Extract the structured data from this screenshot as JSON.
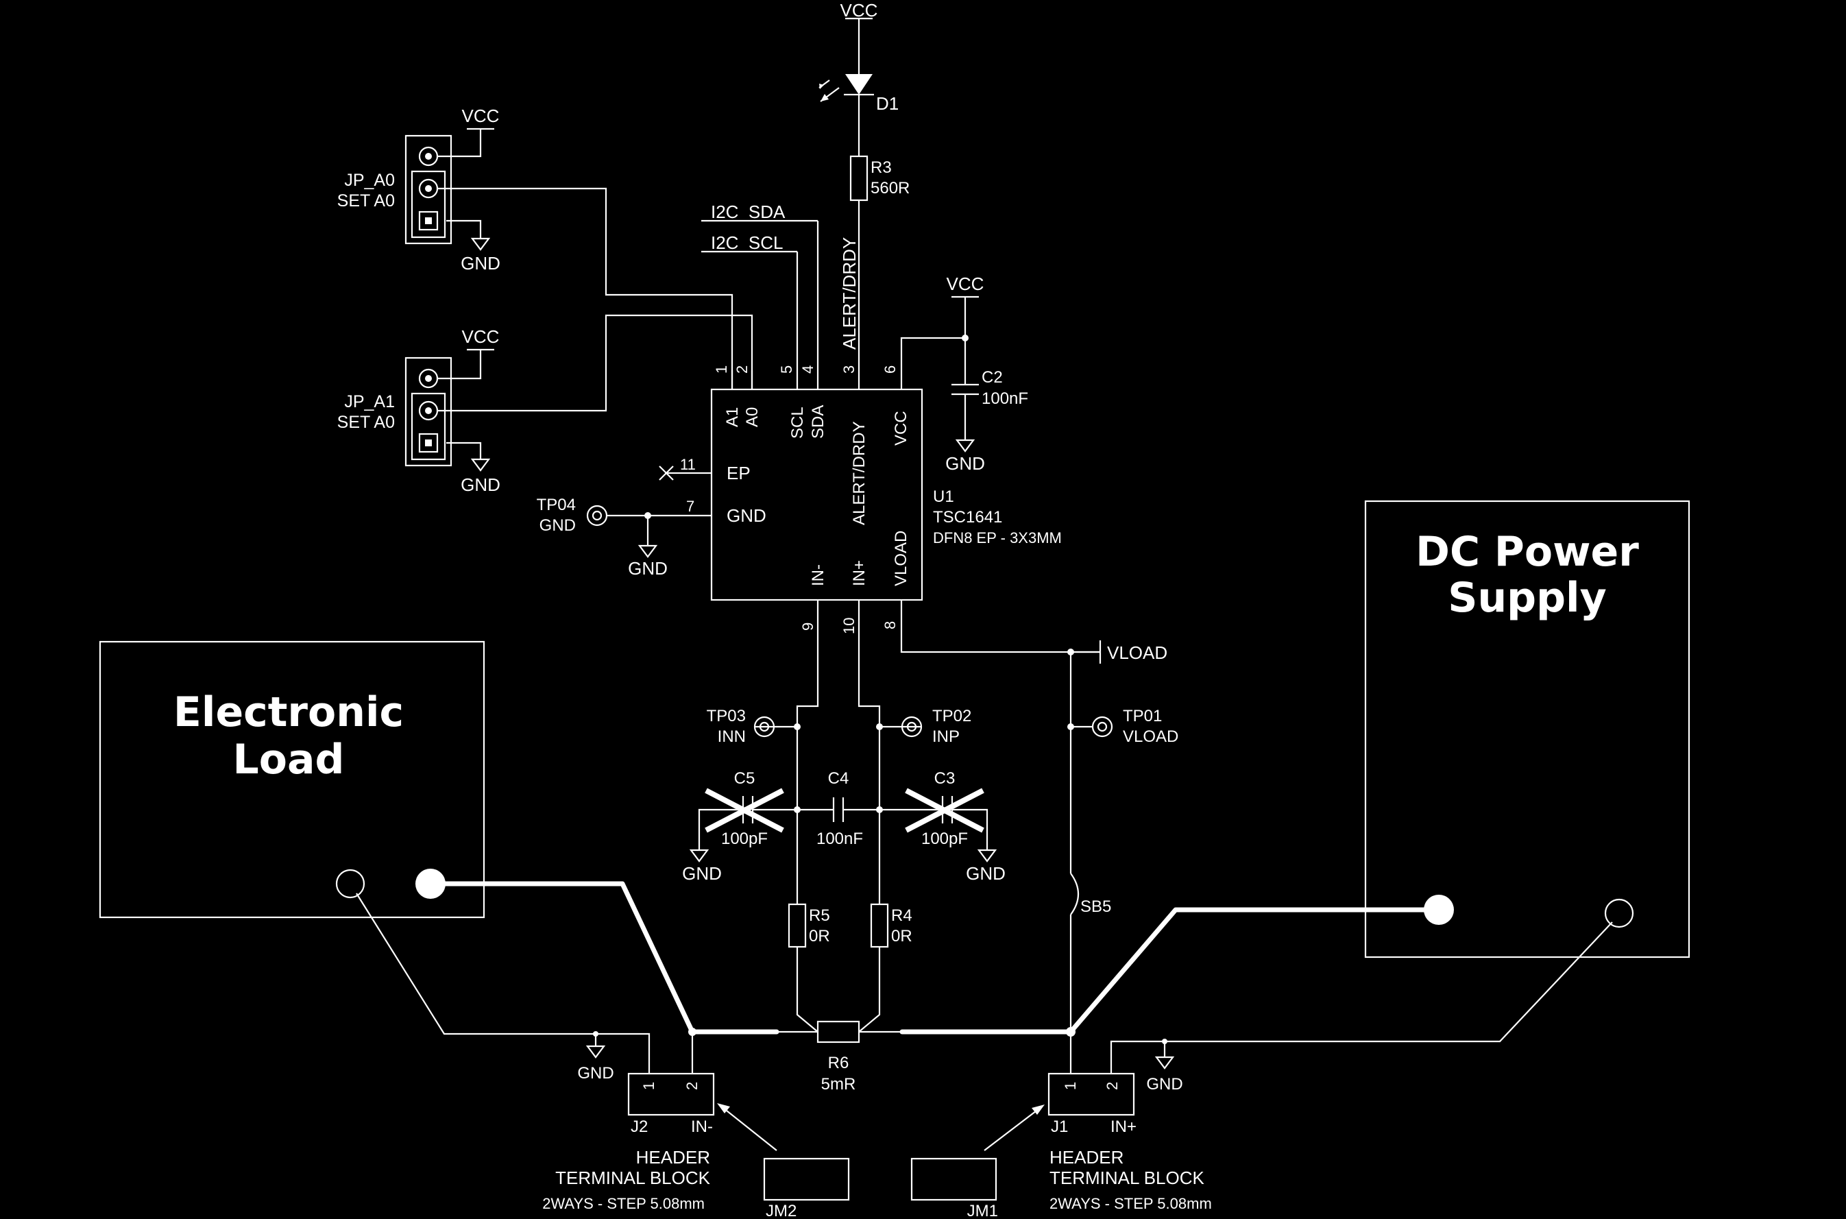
{
  "power": {
    "vcc": "VCC",
    "gnd": "GND"
  },
  "jumpers": {
    "a0": {
      "name": "JP_A0",
      "func": "SET A0"
    },
    "a1": {
      "name": "JP_A1",
      "func": "SET A0"
    }
  },
  "signals": {
    "sda": "I2C_SDA",
    "scl": "I2C_SCL",
    "alert": "ALERT/DRDY",
    "vload": "VLOAD"
  },
  "led": {
    "ref": "D1"
  },
  "resistors": {
    "r3": {
      "ref": "R3",
      "value": "560R"
    },
    "r4": {
      "ref": "R4",
      "value": "0R"
    },
    "r5": {
      "ref": "R5",
      "value": "0R"
    },
    "r6": {
      "ref": "R6",
      "value": "5mR"
    }
  },
  "capacitors": {
    "c2": {
      "ref": "C2",
      "value": "100nF"
    },
    "c3": {
      "ref": "C3",
      "value": "100pF"
    },
    "c4": {
      "ref": "C4",
      "value": "100nF"
    },
    "c5": {
      "ref": "C5",
      "value": "100pF"
    }
  },
  "ic": {
    "ref": "U1",
    "part": "TSC1641",
    "package": "DFN8 EP - 3X3MM",
    "pins": {
      "a1": "A1",
      "a0": "A0",
      "scl": "SCL",
      "sda": "SDA",
      "alert": "ALERT/DRDY",
      "vcc": "VCC",
      "ep": "EP",
      "gnd": "GND",
      "inn": "IN-",
      "inp": "IN+",
      "vload": "VLOAD"
    },
    "pin_numbers": {
      "a1": "1",
      "a0": "2",
      "scl": "5",
      "sda": "4",
      "alert": "3",
      "vcc": "6",
      "ep": "11",
      "gnd": "7",
      "inn": "9",
      "inp": "10",
      "vload": "8"
    }
  },
  "test_points": {
    "tp01": {
      "ref": "TP01",
      "net": "VLOAD"
    },
    "tp02": {
      "ref": "TP02",
      "net": "INP"
    },
    "tp03": {
      "ref": "TP03",
      "net": "INN"
    },
    "tp04": {
      "ref": "TP04",
      "net": "GND"
    }
  },
  "solder_bridge": "SB5",
  "headers": {
    "j1": {
      "ref": "J1",
      "net": "IN+",
      "pin1": "1",
      "pin2": "2"
    },
    "j2": {
      "ref": "J2",
      "net": "IN-",
      "pin1": "1",
      "pin2": "2"
    },
    "desc1": "HEADER",
    "desc2": "TERMINAL BLOCK",
    "desc3": "2WAYS - STEP 5.08mm"
  },
  "jm": {
    "jm1": "JM1",
    "jm2": "JM2"
  },
  "blocks": {
    "load_line1": "Electronic",
    "load_line2": "Load",
    "supply_line1": "DC Power",
    "supply_line2": "Supply"
  }
}
